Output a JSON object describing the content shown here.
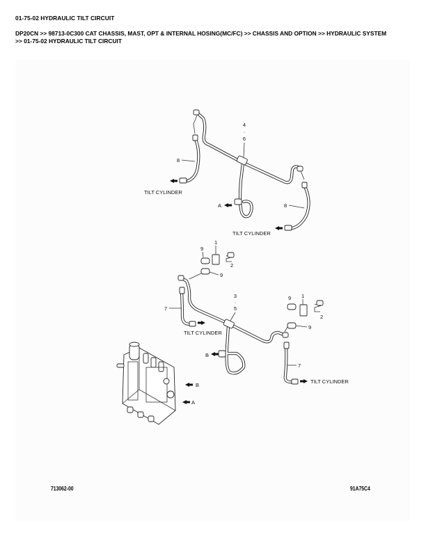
{
  "page": {
    "title": "01-75-02 HYDRAULIC TILT CIRCUIT",
    "breadcrumb_line1": "DP20CN >> 98713-0C300 CAT CHASSIS, MAST, OPT & INTERNAL HOSING(MC/FC) >> CHASSIS AND OPTION >> HYDRAULIC SYSTEM",
    "breadcrumb_line2": ">> 01-75-02 HYDRAULIC TILT CIRCUIT"
  },
  "diagram": {
    "drawing_number": "713062-00",
    "figure_code": "91A75C4",
    "upper_assembly": {
      "callouts": {
        "tube_top": "4",
        "tube_sep": "·",
        "tube_bottom": "6",
        "hose_left": "8",
        "hose_right": "8"
      },
      "labels": {
        "tilt_left": "TILT CYLINDER",
        "tilt_right": "TILT CYLINDER",
        "port": "A"
      }
    },
    "lower_assembly": {
      "callouts": {
        "tube_top": "3",
        "tube_sep": "·",
        "tube_bottom": "5",
        "hose_left": "7",
        "hose_right": "7",
        "clamp_left": "1",
        "clamp_right": "1",
        "bolt_left": "2",
        "bolt_right": "2",
        "cushion_left_top": "9",
        "cushion_left_bottom": "9",
        "cushion_right_top": "9",
        "cushion_right_bottom": "9"
      },
      "labels": {
        "tilt_left": "TILT CYLINDER",
        "tilt_right": "TILT CYLINDER",
        "port": "B"
      }
    },
    "valve": {
      "port_b": "B",
      "port_a": "A"
    }
  }
}
